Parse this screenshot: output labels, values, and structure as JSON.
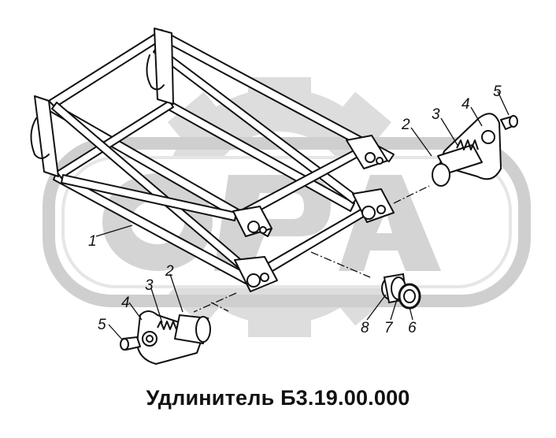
{
  "caption": "Удлинитель Б3.19.00.000",
  "watermark": {
    "text": "ORA",
    "color": "#d9d9d9"
  },
  "line_color": "#111111",
  "callouts": {
    "label_1": "1",
    "label_2_right": "2",
    "label_3_right": "3",
    "label_4_right": "4",
    "label_5_right": "5",
    "label_2_left": "2",
    "label_3_left": "3",
    "label_4_left": "4",
    "label_5_left": "5",
    "label_8": "8",
    "label_7": "7",
    "label_6": "6"
  },
  "parts": [
    {
      "number": "1",
      "part": "frame"
    },
    {
      "number": "2",
      "part": "pin"
    },
    {
      "number": "3",
      "part": "spring"
    },
    {
      "number": "4",
      "part": "bracket"
    },
    {
      "number": "5",
      "part": "bolt"
    },
    {
      "number": "6",
      "part": "nut"
    },
    {
      "number": "7",
      "part": "bushing"
    },
    {
      "number": "8",
      "part": "washer"
    }
  ]
}
